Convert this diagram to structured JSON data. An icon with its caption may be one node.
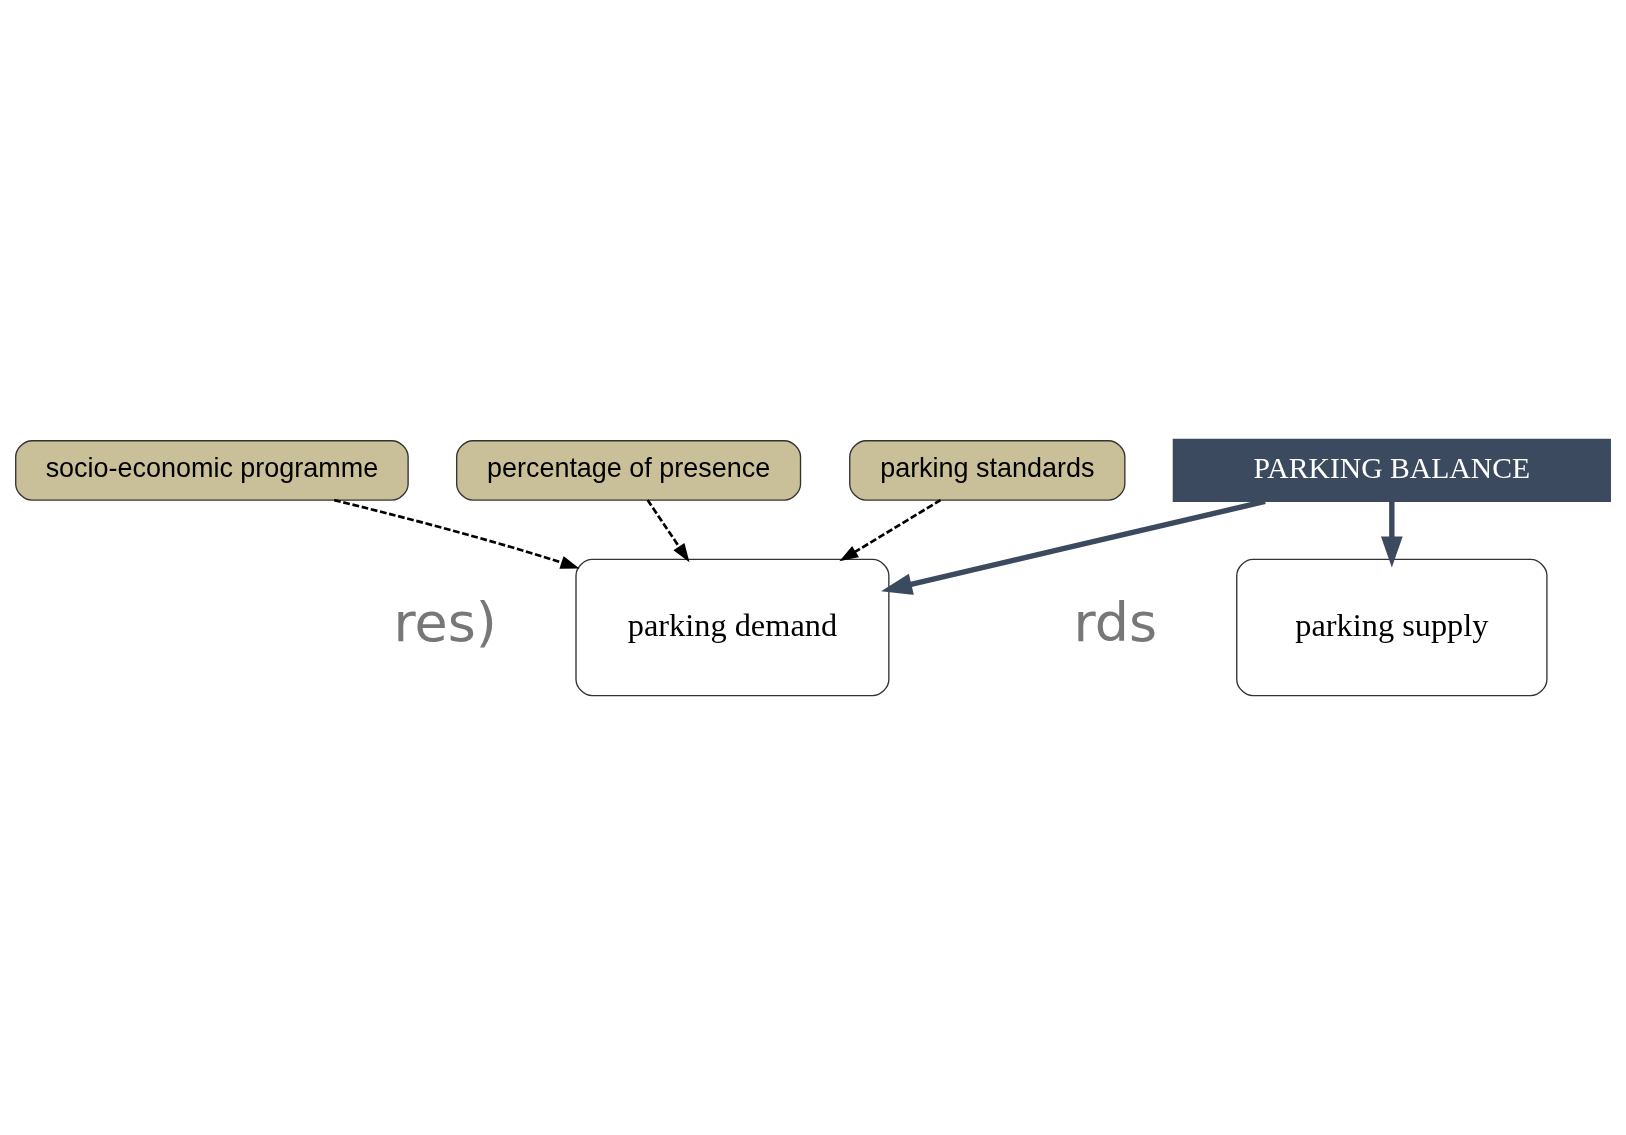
{
  "diagram": {
    "nodes": [
      {
        "text": [
          "socio-economic programme"
        ]
      },
      {
        "text": [
          "percentage of presence"
        ]
      },
      {
        "text": [
          "parking standards"
        ]
      },
      {
        "text": [
          "parking demand"
        ]
      },
      {
        "text": [
          "PARKING BALANCE"
        ]
      },
      {
        "text": [
          "parking supply"
        ]
      }
    ],
    "edges": [
      {
        "from": 0,
        "to": 3,
        "arrow": "to",
        "style": "dashed"
      },
      {
        "from": 1,
        "to": 3,
        "arrow": "to",
        "style": "dashed"
      },
      {
        "from": 2,
        "to": 3,
        "arrow": "to",
        "style": "dashed"
      },
      {
        "from": 4,
        "to": 3,
        "arrow": "to",
        "style": "thick",
        "color": "#3b4a5e"
      },
      {
        "from": 4,
        "to": 5,
        "arrow": "to",
        "style": "thick",
        "color": "#3b4a5e"
      }
    ],
    "labels": [
      "res)",
      "rds"
    ]
  }
}
